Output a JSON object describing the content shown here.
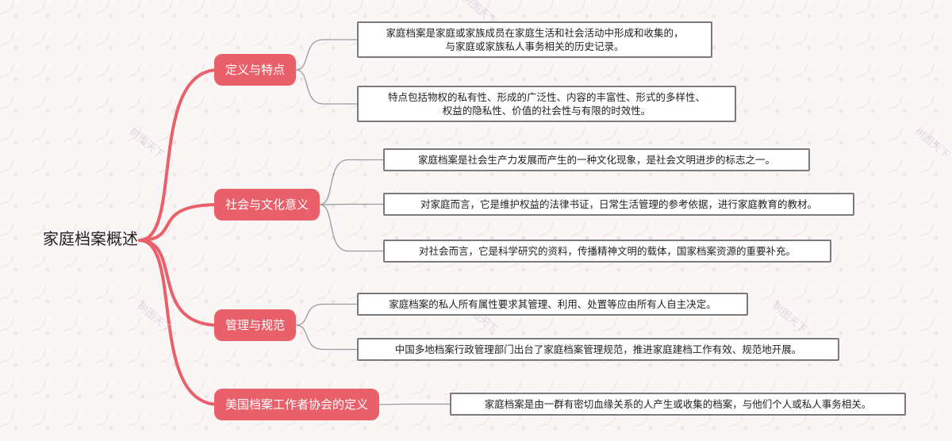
{
  "root": {
    "label": "家庭档案概述"
  },
  "branches": [
    {
      "label": "定义与特点",
      "leaves": [
        {
          "lines": [
            "家庭档案是家庭或家族成员在家庭生活和社会活动中形成和收集的，",
            "与家庭或家族私人事务相关的历史记录。"
          ]
        },
        {
          "lines": [
            "特点包括物权的私有性、形成的广泛性、内容的丰富性、形式的多样性、",
            "权益的隐私性、价值的社会性与有限的时效性。"
          ]
        }
      ]
    },
    {
      "label": "社会与文化意义",
      "leaves": [
        {
          "lines": [
            "家庭档案是社会生产力发展而产生的一种文化现象，是社会文明进步的标志之一。"
          ]
        },
        {
          "lines": [
            "对家庭而言，它是维护权益的法律书证，日常生活管理的参考依据，进行家庭教育的教材。"
          ]
        },
        {
          "lines": [
            "对社会而言，它是科学研究的资料，传播精神文明的载体，国家档案资源的重要补充。"
          ]
        }
      ]
    },
    {
      "label": "管理与规范",
      "leaves": [
        {
          "lines": [
            "家庭档案的私人所有属性要求其管理、利用、处置等应由所有人自主决定。"
          ]
        },
        {
          "lines": [
            "中国多地档案行政管理部门出台了家庭档案管理规范，推进家庭建档工作有效、规范地开展。"
          ]
        }
      ]
    },
    {
      "label": "美国档案工作者协会的定义",
      "leaves": [
        {
          "lines": [
            "家庭档案是由一群有密切血缘关系的人产生或收集的档案，与他们个人或私人事务相关。"
          ]
        }
      ]
    }
  ],
  "watermark": "树图天下",
  "colors": {
    "branch_fill": "#e9606b",
    "branch_connector": "#e9606b",
    "leaf_connector": "#9a9a9a",
    "leaf_border": "#7a7a7a"
  }
}
